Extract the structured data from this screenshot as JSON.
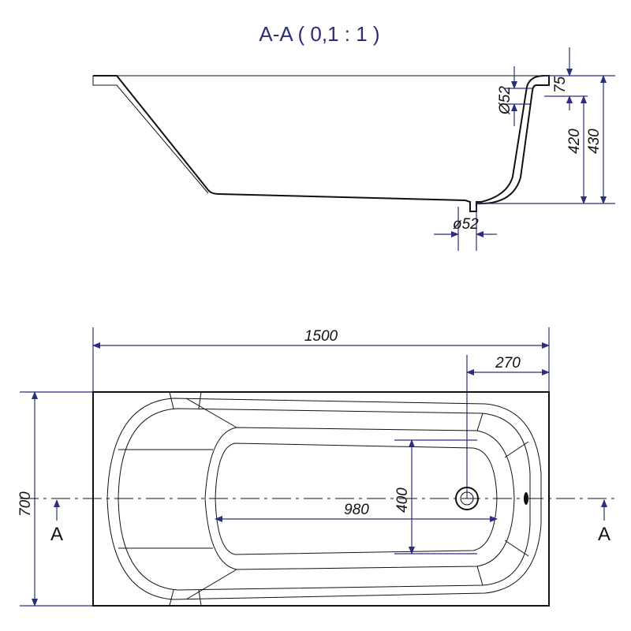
{
  "section_title": "A-A ( 0,1 : 1 )",
  "section_dims": {
    "depth_top": "75",
    "overflow_dia": "Ø52",
    "depth_inner": "420",
    "depth_total": "430",
    "drain_dia": "ø52"
  },
  "plan_dims": {
    "length": "1500",
    "width": "700",
    "drain_offset": "270",
    "inner_length": "980",
    "inner_width": "400"
  },
  "section_marks": {
    "left": "A",
    "right": "A"
  }
}
